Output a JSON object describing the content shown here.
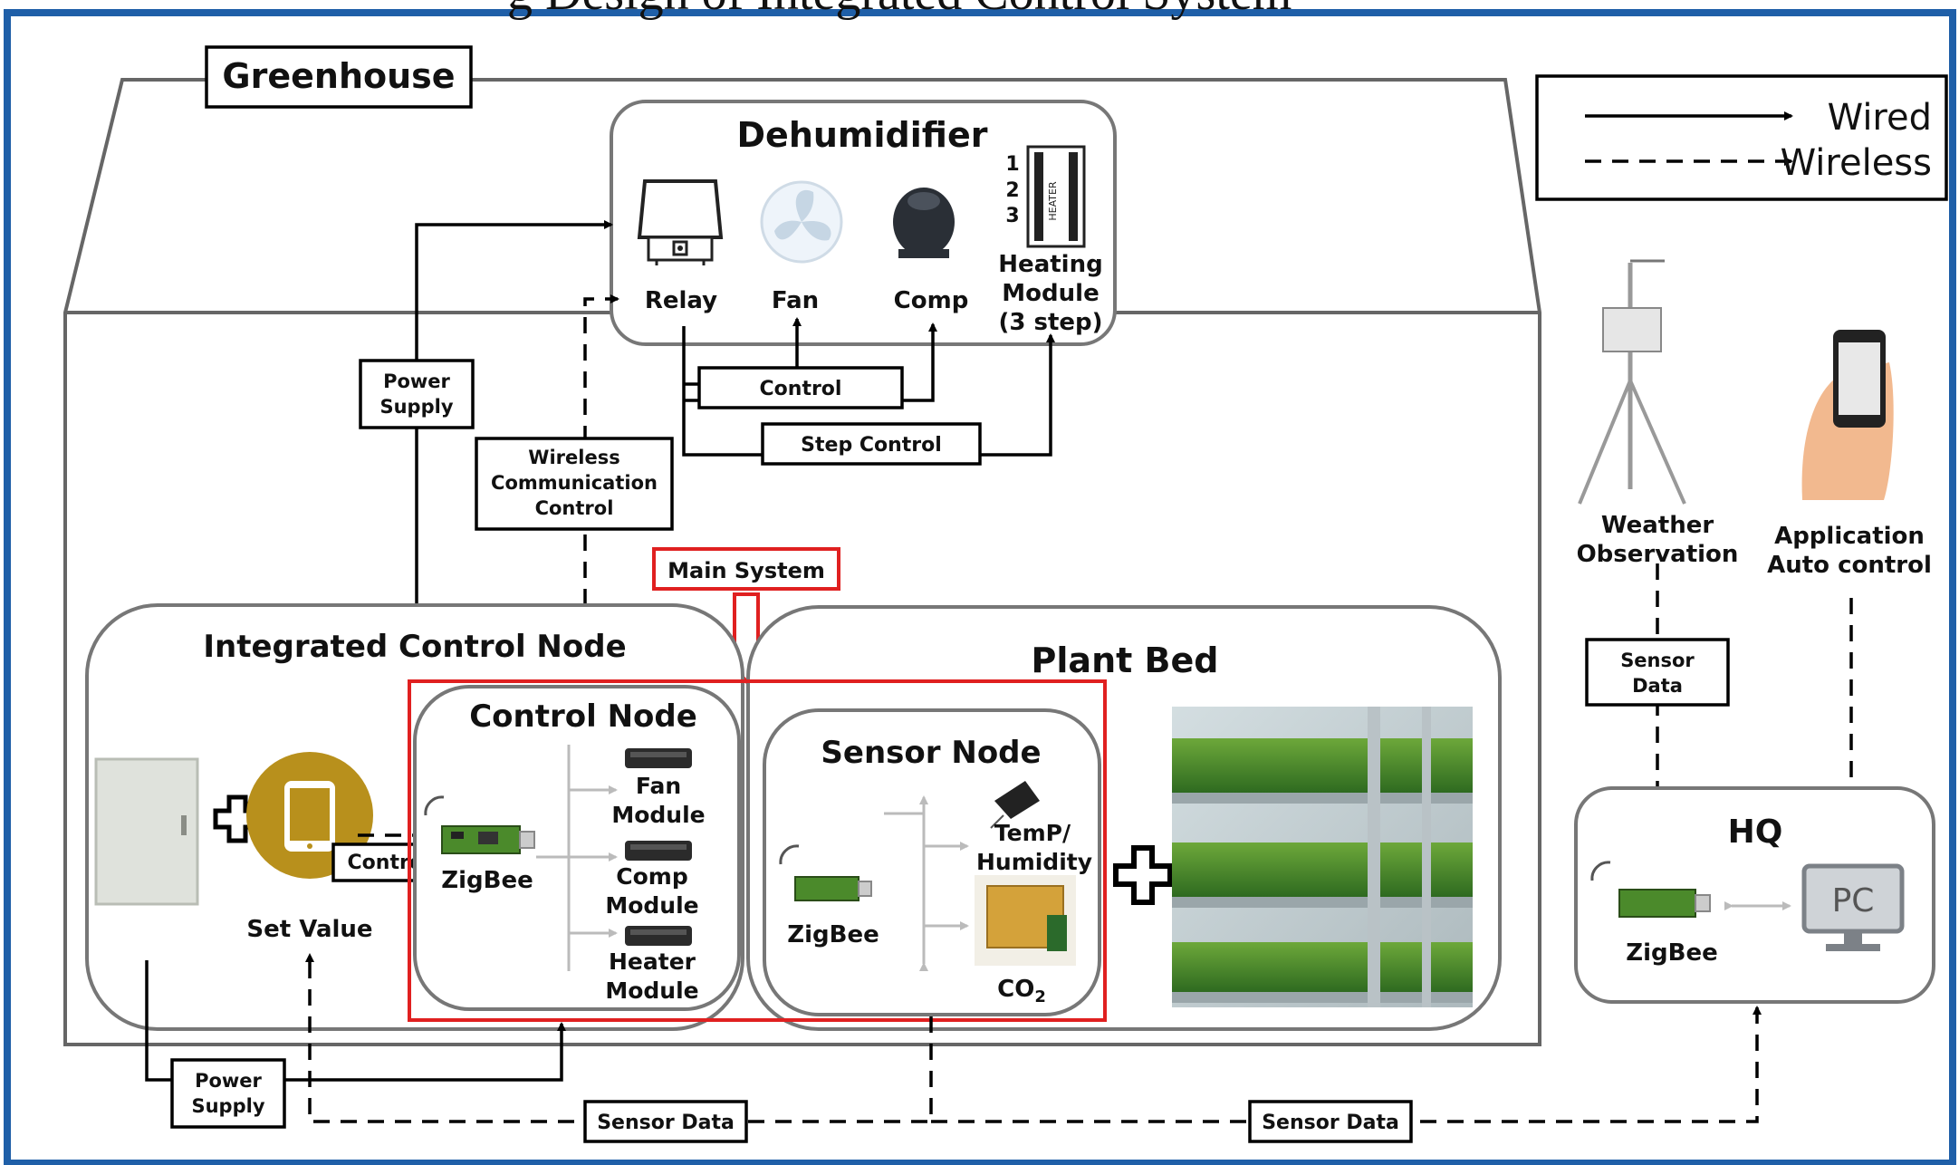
{
  "title": "g  Design of Integrated Control System",
  "legend": {
    "wired": "Wired",
    "wireless": "Wireless"
  },
  "greenhouse": {
    "label": "Greenhouse"
  },
  "dehumidifier": {
    "title": "Dehumidifier",
    "relay": "Relay",
    "fan": "Fan",
    "comp": "Comp",
    "heating_line1": "Heating",
    "heating_line2": "Module",
    "heating_line3": "(3 step)",
    "steps": [
      "1",
      "2",
      "3"
    ],
    "heater_text": "HEATER"
  },
  "connections": {
    "control": "Control",
    "step_control": "Step Control",
    "power_supply_top_1": "Power",
    "power_supply_top_2": "Supply",
    "wireless_comm_1": "Wireless",
    "wireless_comm_2": "Communication",
    "wireless_comm_3": "Control",
    "main_system": "Main System",
    "power_supply_bottom_1": "Power",
    "power_supply_bottom_2": "Supply",
    "sensor_data_left": "Sensor Data",
    "sensor_data_right": "Sensor Data",
    "sensor_data_vert_1": "Sensor",
    "sensor_data_vert_2": "Data"
  },
  "integrated_control_node": {
    "title": "Integrated Control Node",
    "set_value": "Set Value",
    "control_tag": "Control"
  },
  "control_node": {
    "title": "Control Node",
    "zigbee": "ZigBee",
    "fan_module_1": "Fan",
    "fan_module_2": "Module",
    "comp_module_1": "Comp",
    "comp_module_2": "Module",
    "heater_module_1": "Heater",
    "heater_module_2": "Module"
  },
  "plant_bed": {
    "title": "Plant Bed"
  },
  "sensor_node": {
    "title": "Sensor Node",
    "zigbee": "ZigBee",
    "temp_1": "TemP/",
    "temp_2": "Humidity",
    "co2": "CO",
    "co2_sub": "2"
  },
  "weather": {
    "line1": "Weather",
    "line2": "Observation"
  },
  "application": {
    "line1": "Application",
    "line2": "Auto control"
  },
  "hq": {
    "title": "HQ",
    "zigbee": "ZigBee",
    "pc": "PC"
  },
  "colors": {
    "frame_blue": "#1f5fa8",
    "main_system_red": "#e02020",
    "node_border": "#777777",
    "setvalue_gold": "#b8901c"
  }
}
